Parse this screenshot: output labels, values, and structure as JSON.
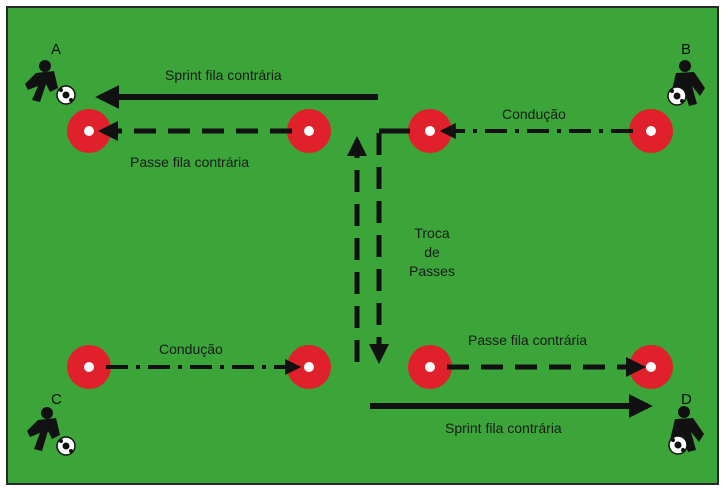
{
  "corners": {
    "a": "A",
    "b": "B",
    "c": "C",
    "d": "D"
  },
  "labels": {
    "sprint_top": "Sprint fila contrária",
    "passe_top": "Passe fila contrária",
    "conducao_top": "Condução",
    "troca_line1": "Troca",
    "troca_line2": "de",
    "troca_line3": "Passes",
    "conducao_bottom": "Condução",
    "passe_bottom": "Passe fila contrária",
    "sprint_bottom": "Sprint fila contrária"
  },
  "colors": {
    "field": "#3ba53a",
    "cone": "#e0202a",
    "arrow": "#111111"
  }
}
